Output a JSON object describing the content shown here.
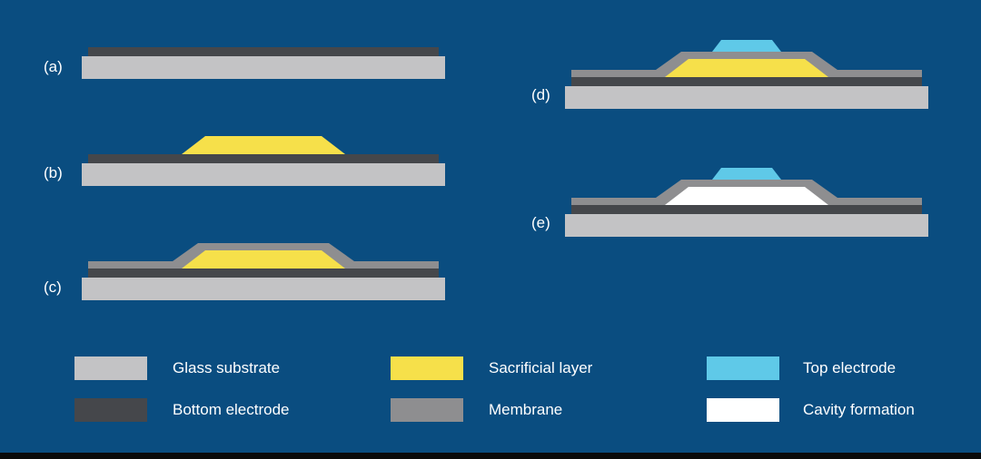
{
  "colors": {
    "background": "#0a4d80",
    "glass_substrate": "#c3c3c5",
    "bottom_electrode": "#45474b",
    "sacrificial_layer": "#f6e04a",
    "membrane": "#8e8e90",
    "top_electrode": "#5fc9e8",
    "cavity": "#ffffff",
    "text": "#ffffff"
  },
  "panels": [
    {
      "id": "a",
      "label": "(a)"
    },
    {
      "id": "b",
      "label": "(b)"
    },
    {
      "id": "c",
      "label": "(c)"
    },
    {
      "id": "d",
      "label": "(d)"
    },
    {
      "id": "e",
      "label": "(e)"
    }
  ],
  "legend": {
    "items": [
      {
        "key": "glass_substrate",
        "label": "Glass substrate"
      },
      {
        "key": "bottom_electrode",
        "label": "Bottom electrode"
      },
      {
        "key": "sacrificial_layer",
        "label": "Sacrificial layer"
      },
      {
        "key": "membrane",
        "label": "Membrane"
      },
      {
        "key": "top_electrode",
        "label": "Top electrode"
      },
      {
        "key": "cavity",
        "label": "Cavity formation"
      }
    ]
  }
}
